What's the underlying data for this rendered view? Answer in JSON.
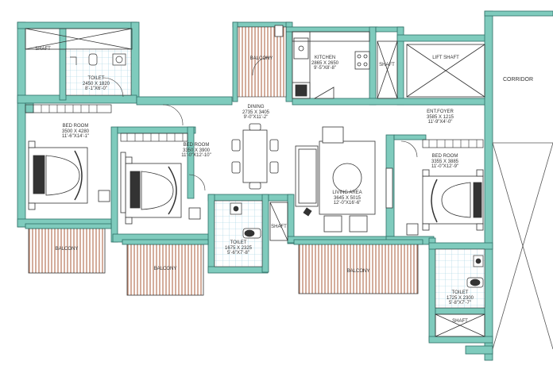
{
  "colors": {
    "wall": "#7fcbbd",
    "wall_stroke": "#2f6f66",
    "balcony_hatch": "#c07a5a",
    "line": "#333333"
  },
  "rooms": {
    "shaft_tl": {
      "name": "SHAFT"
    },
    "toilet1": {
      "name": "TOILET",
      "dims": "2450 X 1820",
      "imperial": "8'-1\"X6'-0\""
    },
    "balcony_kitchen": {
      "name": "BALCONY"
    },
    "kitchen": {
      "name": "KITCHEN",
      "dims": "2865 X 2650",
      "imperial": "9'-5\"X8'-8\""
    },
    "shaft_center": {
      "name": "SHAFT"
    },
    "lift_shaft": {
      "name": "LIFT SHAFT"
    },
    "corridor": {
      "name": "CORRIDOR"
    },
    "dining": {
      "name": "DINING",
      "dims": "2735 X 3405",
      "imperial": "9'-0\"X11'-2\""
    },
    "ent_foyer": {
      "name": "ENT.FOYER",
      "dims": "3585 X 1215",
      "imperial": "11'-9\"X4'-0\""
    },
    "bedroom1": {
      "name": "BED ROOM",
      "dims": "3500 X 4280",
      "imperial": "11'-6\"X14'-1\""
    },
    "bedroom2": {
      "name": "BED ROOM",
      "dims": "3350 X 3900",
      "imperial": "11'-0\"X12'-10\""
    },
    "living": {
      "name": "LIVING AREA",
      "dims": "3645 X 5015",
      "imperial": "12'-0\"X16'-6\""
    },
    "bedroom3": {
      "name": "BED ROOM",
      "dims": "3355 X 3885",
      "imperial": "11'-0\"X12'-9\""
    },
    "toilet2": {
      "name": "TOILET",
      "dims": "1675 X 2325",
      "imperial": "5'-6\"X7'-8\""
    },
    "shaft_mid": {
      "name": "SHAFT"
    },
    "toilet3": {
      "name": "TOILET",
      "dims": "1725 X 2300",
      "imperial": "5'-8\"X7'-7\""
    },
    "shaft_br": {
      "name": "SHAFT"
    },
    "balcony1": {
      "name": "BALCONY"
    },
    "balcony2": {
      "name": "BALCONY"
    },
    "balcony3": {
      "name": "BALCONY"
    }
  }
}
